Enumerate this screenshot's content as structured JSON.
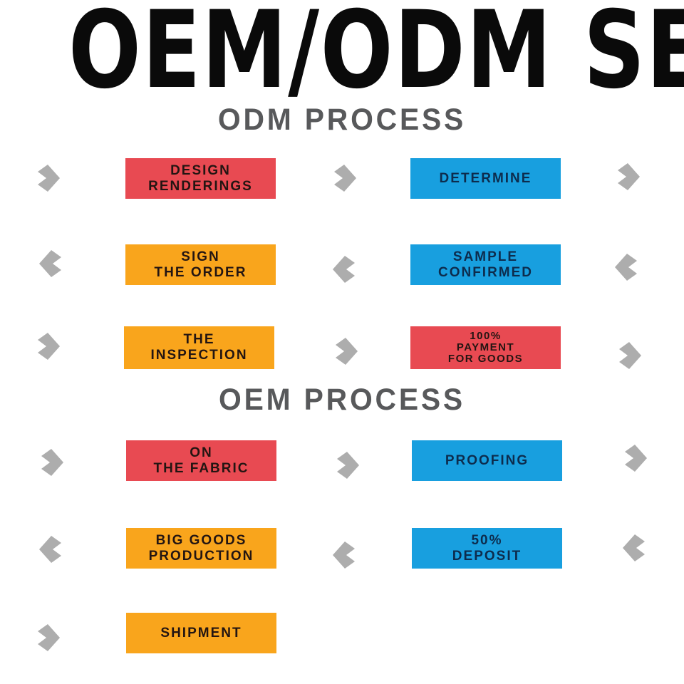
{
  "title": "OEM/ODM SERVICE",
  "colors": {
    "red": "#E84A52",
    "orange": "#F9A51C",
    "blue": "#189FDF",
    "chevron": "#ADADAD",
    "heading": "#58595B",
    "text-warm": "#231512",
    "text-blue": "#0D2C4D"
  },
  "sections": {
    "odm": {
      "heading": "ODM PROCESS"
    },
    "oem": {
      "heading": "OEM PROCESS"
    }
  },
  "steps": {
    "design_renderings": "DESIGN\nRENDERINGS",
    "determine": "DETERMINE",
    "sign_the_order": "SIGN\nTHE ORDER",
    "sample_confirmed": "SAMPLE\nCONFIRMED",
    "the_inspection": "THE\nINSPECTION",
    "payment_for_goods": "100%\nPAYMENT\nFOR GOODS",
    "on_the_fabric": "ON\nTHE FABRIC",
    "proofing": "PROOFING",
    "big_goods_production": "BIG GOODS\nPRODUCTION",
    "deposit": "50%\nDEPOSIT",
    "shipment": "SHIPMENT"
  }
}
